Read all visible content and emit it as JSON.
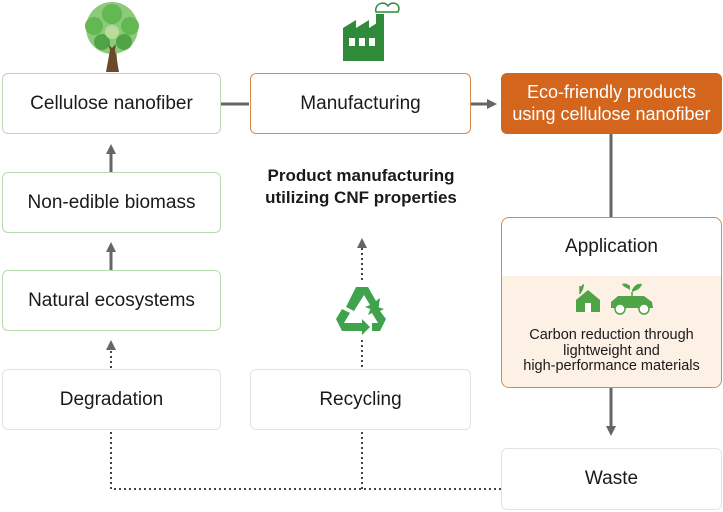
{
  "nodes": {
    "cellulose_nanofiber": "Cellulose nanofiber",
    "manufacturing": "Manufacturing",
    "eco_products_line1": "Eco-friendly products",
    "eco_products_line2": "using cellulose nanofiber",
    "non_edible_biomass": "Non-edible biomass",
    "natural_ecosystems": "Natural ecosystems",
    "degradation": "Degradation",
    "recycling": "Recycling",
    "application": "Application",
    "waste": "Waste"
  },
  "captions": {
    "product_line1": "Product manufacturing",
    "product_line2": "utilizing CNF properties",
    "application_line1": "Carbon reduction through",
    "application_line2": "lightweight and",
    "application_line3": "high-performance materials"
  },
  "icons": {
    "tree": "tree-icon",
    "factory": "factory-icon",
    "recycle": "recycle-icon",
    "house": "eco-house-icon",
    "car": "eco-car-icon"
  },
  "colors": {
    "accent_orange": "#d3651c",
    "green_border": "#b7dcb0",
    "factory_green": "#2f8a3a",
    "tree_green": "#63b852",
    "arrow_gray": "#666666",
    "application_bg": "#fdf0e5"
  }
}
